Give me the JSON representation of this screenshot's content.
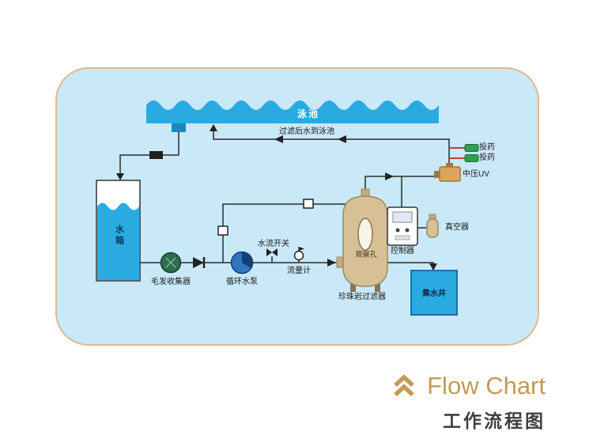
{
  "footer": {
    "title_en": "Flow Chart",
    "title_zh": "工作流程图"
  },
  "diagram": {
    "pool": {
      "label": "泳池"
    },
    "return_line": {
      "label": "过滤后水到泳池"
    },
    "dosing_1": {
      "label": "投药"
    },
    "dosing_2": {
      "label": "投药"
    },
    "uv": {
      "label": "中压UV"
    },
    "tank": {
      "label": "水箱"
    },
    "hair_collector": {
      "label": "毛发收集器"
    },
    "pump": {
      "label": "循环水泵"
    },
    "flow_switch": {
      "label": "水流开关"
    },
    "flow_meter": {
      "label": "流量计"
    },
    "filter": {
      "label": "珍珠岩过滤器",
      "window_label": "观察孔"
    },
    "controller": {
      "label": "控制器"
    },
    "vacuum": {
      "label": "真空器"
    },
    "well": {
      "label": "集水井"
    }
  },
  "colors": {
    "panel_bg": "#c9e8f8",
    "panel_border": "#ddbb90",
    "water_blue": "#29abe2",
    "vessel_tan": "#d8c096",
    "dosing_green": "#2e9e4f",
    "dosing_connector_red": "#cc3a3a",
    "uv_orange": "#dca55f",
    "pump_blue": "#2e77bd",
    "hair_collector_green": "#2c6e4f",
    "accent_gold": "#c49a56",
    "line_dark": "#2b2b2b"
  }
}
